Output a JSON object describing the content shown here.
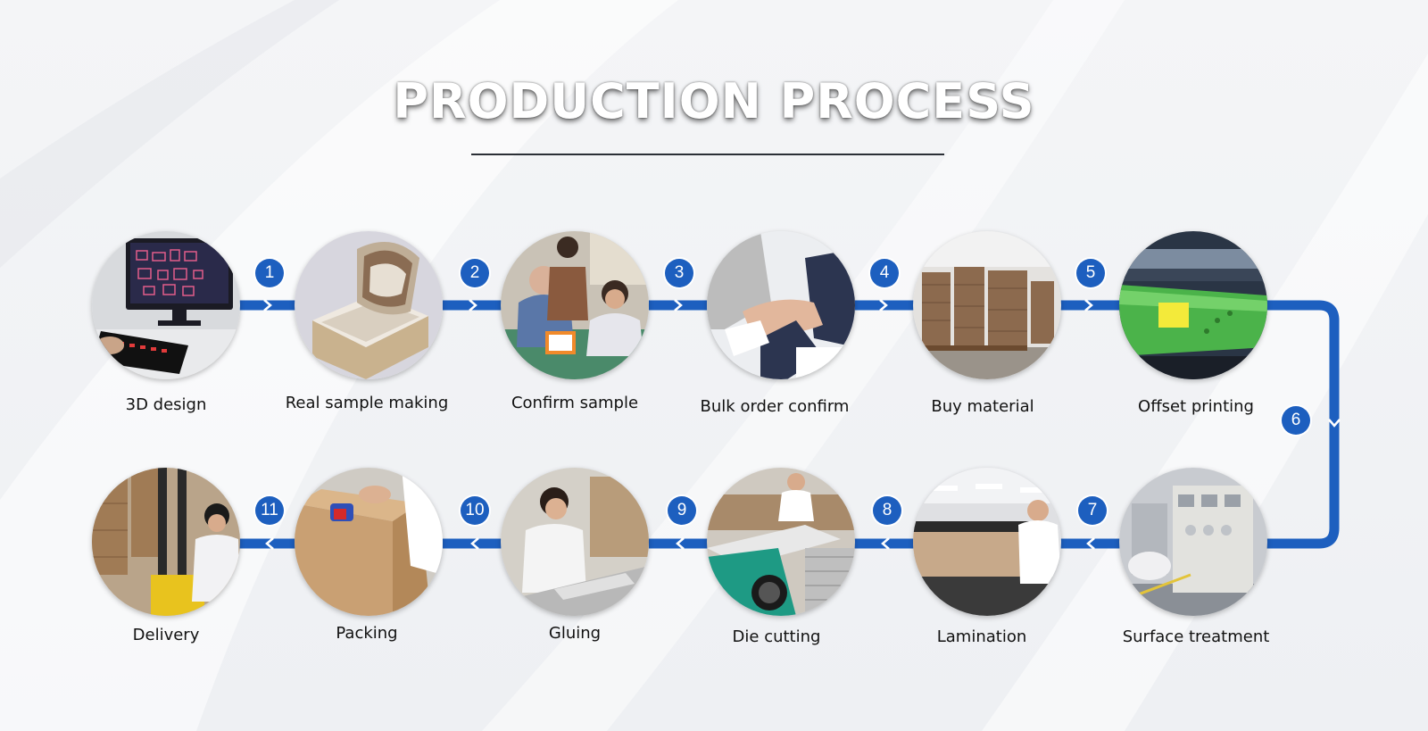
{
  "title": "PRODUCTION PROCESS",
  "steps": [
    {
      "number": "1",
      "label": "3D design",
      "icon": "computer-design-photo"
    },
    {
      "number": "2",
      "label": "Real sample making",
      "icon": "sample-box-photo"
    },
    {
      "number": "3",
      "label": "Confirm sample",
      "icon": "meeting-photo"
    },
    {
      "number": "4",
      "label": "Bulk order confirm",
      "icon": "handshake-photo"
    },
    {
      "number": "5",
      "label": "Buy material",
      "icon": "cardboard-stack-photo"
    },
    {
      "number": "6",
      "label": "Offset printing",
      "icon": "printing-press-photo"
    },
    {
      "number": "7",
      "label": "Surface treatment",
      "icon": "coating-machine-photo"
    },
    {
      "number": "8",
      "label": "Lamination",
      "icon": "lamination-photo"
    },
    {
      "number": "9",
      "label": "Die cutting",
      "icon": "die-cutting-photo"
    },
    {
      "number": "10",
      "label": "Gluing",
      "icon": "gluing-photo"
    },
    {
      "number": "11",
      "label": "Packing",
      "icon": "packing-photo"
    },
    {
      "number": "",
      "label": "Delivery",
      "icon": "forklift-delivery-photo"
    }
  ],
  "colors": {
    "flow": "#1d5fbf",
    "badge": "#1d5fbf",
    "background": "#f2f3f5",
    "text": "#111111"
  }
}
